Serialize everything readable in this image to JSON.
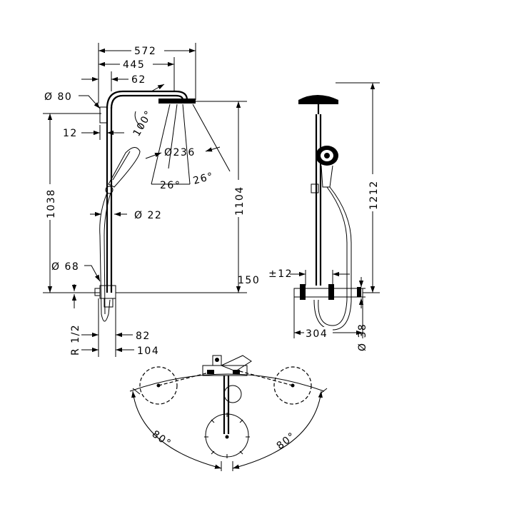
{
  "front_view": {
    "dims": {
      "width_572": "572",
      "reach_445": "445",
      "offset_62": "62",
      "head_dia_80": "Ø 80",
      "offset_12": "12",
      "angle_100": "100°",
      "spray_dia_236": "Ø236",
      "angle_26_left": "26°",
      "angle_26_right": "26°",
      "height_1038": "1038",
      "height_1104": "1104",
      "pipe_dia_22": "Ø 22",
      "mixer_dia_68": "Ø 68",
      "height_150": "150",
      "thread": "R 1/2",
      "depth_82": "82",
      "depth_104": "104"
    }
  },
  "side_view": {
    "dims": {
      "height_1212": "1212",
      "tolerance": "±12",
      "width_304": "304",
      "dia_38": "Ø 38"
    }
  },
  "top_view": {
    "dims": {
      "swivel_left": "80°",
      "swivel_right": "80°"
    }
  }
}
